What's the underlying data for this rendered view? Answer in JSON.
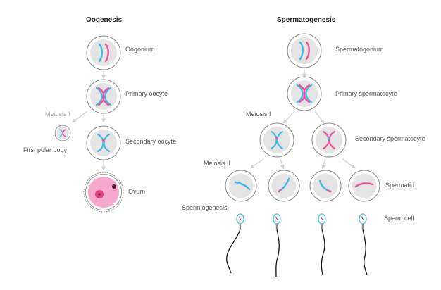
{
  "oogenesis": {
    "title": "Oogenesis",
    "labels": {
      "oogonium": "Oogonium",
      "primary": "Primary oocyte",
      "meiosis1": "Meiosis I",
      "polar": "First polar body",
      "secondary": "Secondary oocyte",
      "ovum": "Ovum"
    }
  },
  "spermatogenesis": {
    "title": "Spermatogenesis",
    "labels": {
      "spermatogonium": "Spermatogonium",
      "primary": "Primary spermatocyte",
      "meiosis1": "Meiosis I",
      "secondary": "Secondary spermatocyte",
      "meiosis2": "Meiosis II",
      "spermatid": "Spermatid",
      "spermiogenesis": "Spermiogenesis",
      "sperm": "Sperm cell"
    }
  },
  "colors": {
    "chromosome_blue": "#45b8e6",
    "chromosome_pink": "#ee4e9a",
    "cell_fill": "#e4e4e4",
    "cell_outline": "#8a8a8a",
    "arrow": "#cfcfcf",
    "ovum_fill": "#f7a8cf",
    "nucleus_fill": "#e2427f",
    "sperm_tail": "#111111"
  }
}
